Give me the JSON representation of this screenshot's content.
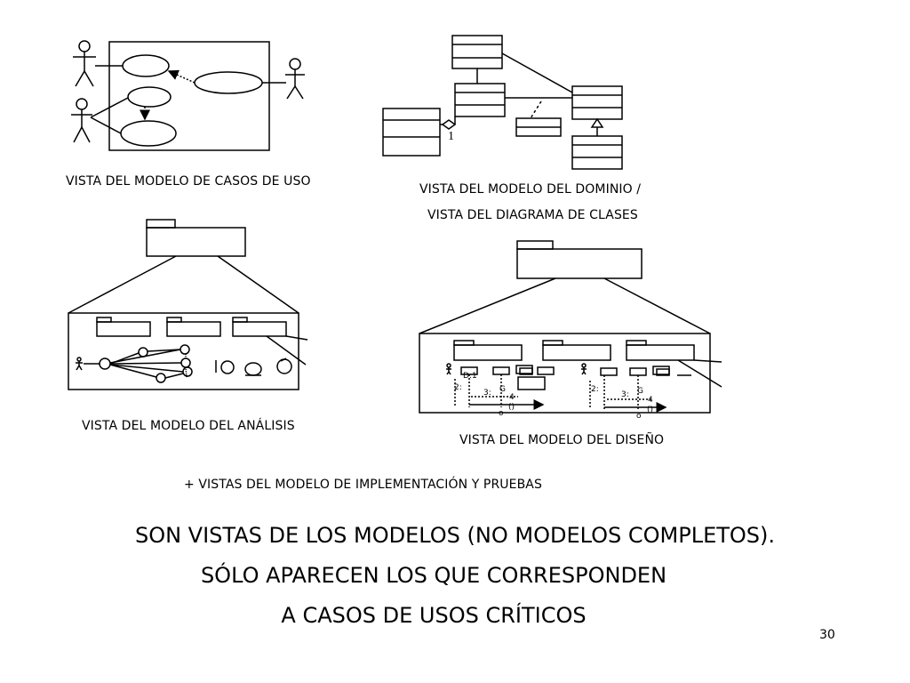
{
  "captions": {
    "use_case": "VISTA DEL MODELO DE CASOS DE USO",
    "domain_line1": "VISTA DEL MODELO DEL DOMINIO /",
    "domain_line2": "VISTA DEL DIAGRAMA DE CLASES",
    "analysis": "VISTA DEL MODELO DEL ANÁLISIS",
    "design": "VISTA DEL MODELO DEL DISEÑO",
    "extra": "+ VISTAS DEL MODELO DE IMPLEMENTACIÓN Y PRUEBAS"
  },
  "statement": {
    "line1": "SON VISTAS DE LOS MODELOS (NO MODELOS COMPLETOS).",
    "line2": "SÓLO APARECEN LOS QUE CORRESPONDEN",
    "line3": "A CASOS DE USOS CRÍTICOS"
  },
  "page_number": "30",
  "diagram_labels": {
    "multiplicity": "1",
    "msg_2": "2:",
    "msg_3": "3:",
    "msg_4": "4",
    "msg_g": "G",
    "msg_paren": "()",
    "msg_o": "o",
    "msg_d1": "D:1"
  }
}
